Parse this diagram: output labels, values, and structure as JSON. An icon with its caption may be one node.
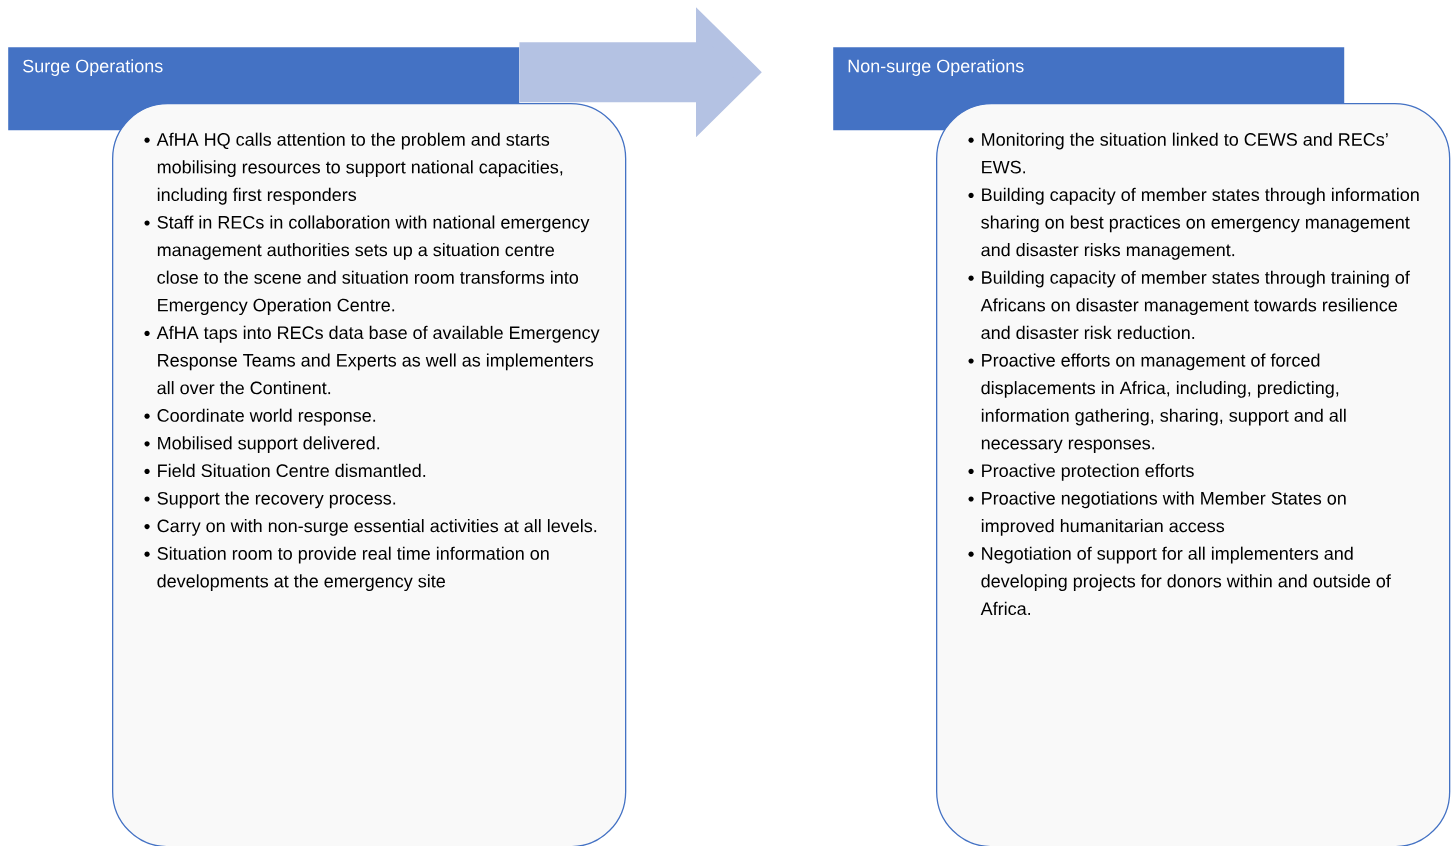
{
  "diagram": {
    "nodes": [
      {
        "text": [
          "Surge Operations"
        ]
      },
      {
        "text": [
          "AfHA HQ calls attention to the problem and starts mobilising resources to support national capacities, including first responders",
          "Staff in RECs in collaboration with national emergency management authorities sets up a situation centre close to the scene and situation room transforms into Emergency Operation Centre.",
          "AfHA taps into RECs data base of available Emergency Response Teams and Experts as well as implementers all over the Continent.",
          "Coordinate world response.",
          "Mobilised support delivered.",
          "Field Situation Centre dismantled.",
          "Support the recovery process.",
          "Carry on with non-surge essential activities at all levels.",
          "Situation room to provide real time information on developments at the emergency site"
        ]
      },
      {
        "text": [
          "Non-surge Operations"
        ]
      },
      {
        "text": [
          "Monitoring the situation linked to CEWS and RECs’ EWS.",
          "Building capacity of member states through information sharing on best practices on emergency management and disaster risks management.",
          "Building capacity of member states through training of Africans on disaster management towards resilience and disaster risk reduction.",
          "Proactive efforts on management of forced displacements in Africa, including, predicting, information gathering, sharing, support and all necessary responses.",
          "Proactive protection efforts",
          "Proactive negotiations with Member States on improved humanitarian access",
          "Negotiation of support for all implementers and developing projects for donors within and outside of Africa."
        ]
      }
    ],
    "edges": [
      {
        "from": 0,
        "to": 2,
        "arrow": "to"
      }
    ]
  }
}
